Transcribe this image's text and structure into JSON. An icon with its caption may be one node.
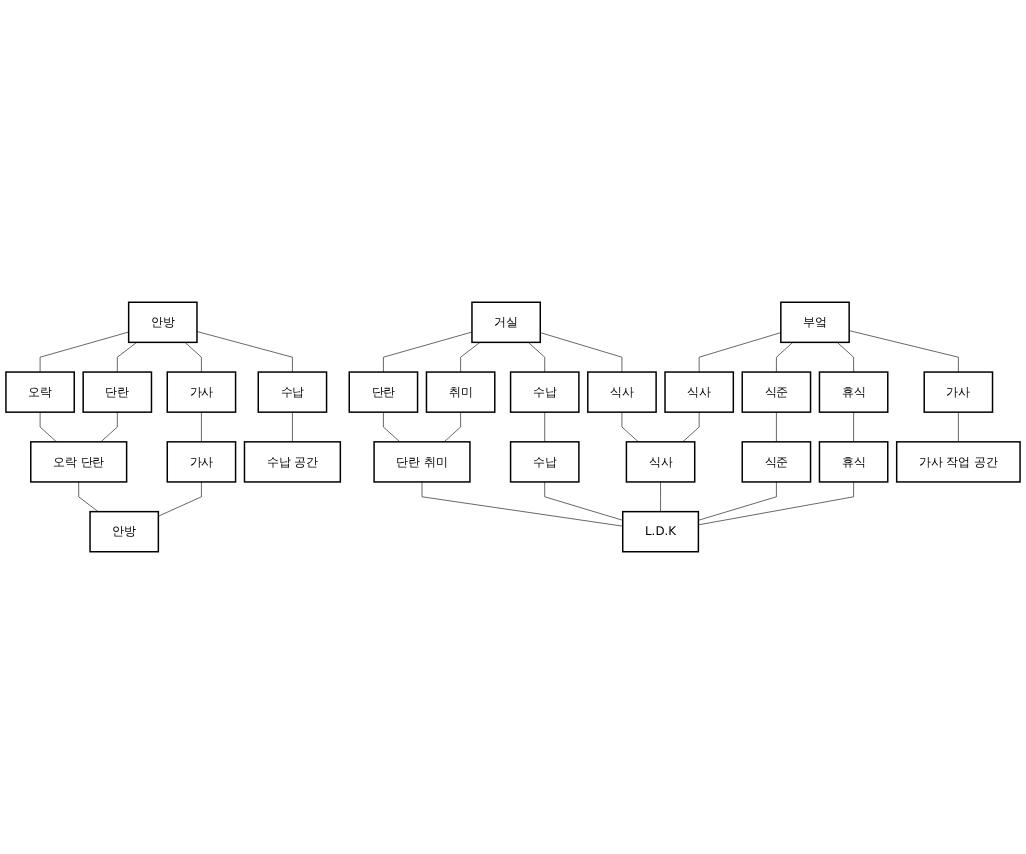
{
  "diagram": {
    "nodes": [
      {
        "text": [
          "안방"
        ]
      },
      {
        "text": [
          "거실"
        ]
      },
      {
        "text": [
          "부엌"
        ]
      },
      {
        "text": [
          "오락"
        ]
      },
      {
        "text": [
          "단란"
        ]
      },
      {
        "text": [
          "가사"
        ]
      },
      {
        "text": [
          "수납"
        ]
      },
      {
        "text": [
          "단란"
        ]
      },
      {
        "text": [
          "취미"
        ]
      },
      {
        "text": [
          "수납"
        ]
      },
      {
        "text": [
          "식사"
        ]
      },
      {
        "text": [
          "식사"
        ]
      },
      {
        "text": [
          "식준"
        ]
      },
      {
        "text": [
          "휴식"
        ]
      },
      {
        "text": [
          "가사"
        ]
      },
      {
        "text": [
          "오락 단란"
        ]
      },
      {
        "text": [
          "가사"
        ]
      },
      {
        "text": [
          "단란 취미"
        ]
      },
      {
        "text": [
          "수납"
        ]
      },
      {
        "text": [
          "식사"
        ]
      },
      {
        "text": [
          "식준"
        ]
      },
      {
        "text": [
          "휴식"
        ]
      },
      {
        "text": [
          "안방"
        ]
      },
      {
        "text": [
          "수납 공간"
        ]
      },
      {
        "text": [
          "L.D.K"
        ]
      },
      {
        "text": [
          "가사 작업 공간"
        ]
      }
    ],
    "edges": [
      {
        "from": 0,
        "to": 3,
        "arrow": "none"
      },
      {
        "from": 0,
        "to": 4,
        "arrow": "none"
      },
      {
        "from": 0,
        "to": 5,
        "arrow": "none"
      },
      {
        "from": 0,
        "to": 6,
        "arrow": "none"
      },
      {
        "from": 1,
        "to": 7,
        "arrow": "none"
      },
      {
        "from": 1,
        "to": 8,
        "arrow": "none"
      },
      {
        "from": 1,
        "to": 9,
        "arrow": "none"
      },
      {
        "from": 1,
        "to": 10,
        "arrow": "none"
      },
      {
        "from": 2,
        "to": 11,
        "arrow": "none"
      },
      {
        "from": 2,
        "to": 12,
        "arrow": "none"
      },
      {
        "from": 2,
        "to": 13,
        "arrow": "none"
      },
      {
        "from": 2,
        "to": 14,
        "arrow": "none"
      },
      {
        "from": 3,
        "to": 15,
        "arrow": "none"
      },
      {
        "from": 4,
        "to": 15,
        "arrow": "none"
      },
      {
        "from": 5,
        "to": 16,
        "arrow": "none"
      },
      {
        "from": 6,
        "to": 23,
        "arrow": "none"
      },
      {
        "from": 7,
        "to": 17,
        "arrow": "none"
      },
      {
        "from": 8,
        "to": 17,
        "arrow": "none"
      },
      {
        "from": 9,
        "to": 18,
        "arrow": "none"
      },
      {
        "from": 10,
        "to": 19,
        "arrow": "none"
      },
      {
        "from": 11,
        "to": 19,
        "arrow": "none"
      },
      {
        "from": 12,
        "to": 20,
        "arrow": "none"
      },
      {
        "from": 13,
        "to": 21,
        "arrow": "none"
      },
      {
        "from": 14,
        "to": 25,
        "arrow": "none"
      },
      {
        "from": 15,
        "to": 22,
        "arrow": "none"
      },
      {
        "from": 16,
        "to": 22,
        "arrow": "none"
      },
      {
        "from": 17,
        "to": 24,
        "arrow": "none"
      },
      {
        "from": 18,
        "to": 24,
        "arrow": "none"
      },
      {
        "from": 19,
        "to": 24,
        "arrow": "none"
      },
      {
        "from": 20,
        "to": 24,
        "arrow": "none"
      },
      {
        "from": 21,
        "to": 24,
        "arrow": "none"
      }
    ]
  }
}
